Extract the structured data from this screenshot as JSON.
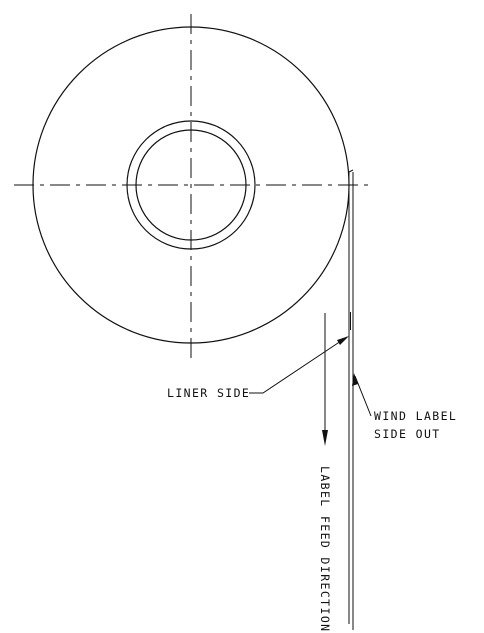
{
  "labels": {
    "liner_side": "LINER SIDE",
    "wind_label_line1": "WIND LABEL",
    "wind_label_line2": "SIDE OUT",
    "feed_direction": "LABEL FEED DIRECTION"
  }
}
